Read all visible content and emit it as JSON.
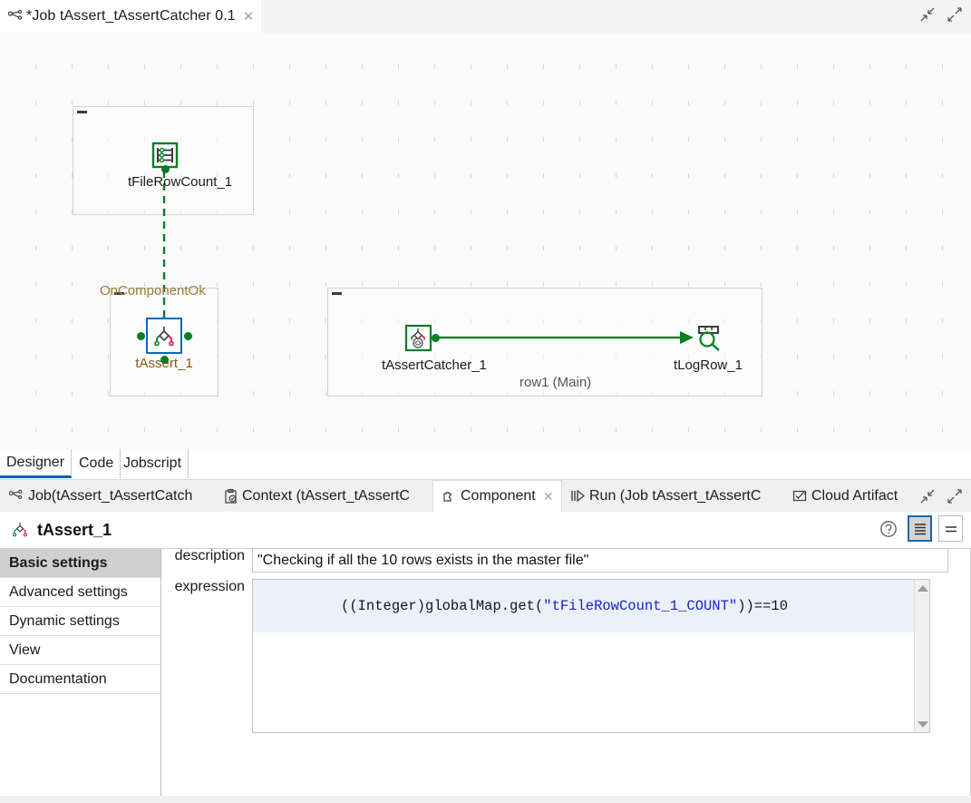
{
  "editor": {
    "tab_title": "*Job tAssert_tAssertCatcher 0.1",
    "tab_icon": "job-icon",
    "close_icon": "close-icon",
    "minimize_icon": "minimize-icon",
    "maximize_icon": "maximize-icon"
  },
  "canvas": {
    "subjobs": [
      {
        "name": "subjob-filerowcount"
      },
      {
        "name": "subjob-assert"
      },
      {
        "name": "subjob-assertcatcher"
      }
    ],
    "nodes": [
      {
        "id": "tFileRowCount_1",
        "label": "tFileRowCount_1",
        "icon": "file-row-count-icon",
        "selected": false
      },
      {
        "id": "tAssert_1",
        "label": "tAssert_1",
        "icon": "assert-icon",
        "selected": true
      },
      {
        "id": "tAssertCatcher_1",
        "label": "tAssertCatcher_1",
        "icon": "assert-catcher-icon",
        "selected": false
      },
      {
        "id": "tLogRow_1",
        "label": "tLogRow_1",
        "icon": "log-row-icon",
        "selected": false
      }
    ],
    "links": [
      {
        "label": "OnComponentOk",
        "type": "trigger"
      },
      {
        "label": "row1 (Main)",
        "type": "main"
      }
    ],
    "colors": {
      "component_green": "#0a7d28",
      "selection_blue": "#1267b8",
      "trigger_label": "#9a7b3a",
      "main_label": "#555555",
      "background": "#fafafa",
      "grid_mark": "#d8d8d8"
    }
  },
  "designer_tabs": {
    "items": [
      {
        "label": "Designer",
        "active": true
      },
      {
        "label": "Code",
        "active": false
      },
      {
        "label": "Jobscript",
        "active": false
      }
    ]
  },
  "view_tabs": {
    "items": [
      {
        "label": "Job(tAssert_tAssertCatch",
        "icon": "job-icon",
        "active": false,
        "closable": false
      },
      {
        "label": "Context (tAssert_tAssertC",
        "icon": "context-icon",
        "active": false,
        "closable": false
      },
      {
        "label": "Component",
        "icon": "component-puzzle-icon",
        "active": true,
        "closable": true
      },
      {
        "label": "Run (Job tAssert_tAssertC",
        "icon": "run-icon",
        "active": false,
        "closable": false
      },
      {
        "label": "Cloud Artifact",
        "icon": "cloud-artifact-icon",
        "active": false,
        "closable": false
      }
    ],
    "minimize_icon": "minimize-icon",
    "maximize_icon": "maximize-icon"
  },
  "component_panel": {
    "title": "tAssert_1",
    "title_icon": "assert-icon",
    "help_icon": "help-icon",
    "view_buttons": [
      {
        "name": "list-view-button",
        "icon": "list-lines-icon",
        "selected": true
      },
      {
        "name": "compact-view-button",
        "icon": "two-lines-icon",
        "selected": false
      }
    ],
    "settings_items": [
      {
        "label": "Basic settings",
        "active": true
      },
      {
        "label": "Advanced settings",
        "active": false
      },
      {
        "label": "Dynamic settings",
        "active": false
      },
      {
        "label": "View",
        "active": false
      },
      {
        "label": "Documentation",
        "active": false
      }
    ],
    "fields": {
      "description_label": "description",
      "description_value": "\"Checking if all the 10 rows exists in the master file\"",
      "expression_label": "expression",
      "expression_prefix": "((Integer)globalMap.get(",
      "expression_string": "\"tFileRowCount_1_COUNT\"",
      "expression_suffix": "))==10"
    },
    "scrollbar": {
      "up_icon": "scroll-up-arrow-icon",
      "down_icon": "scroll-down-arrow-icon"
    }
  }
}
